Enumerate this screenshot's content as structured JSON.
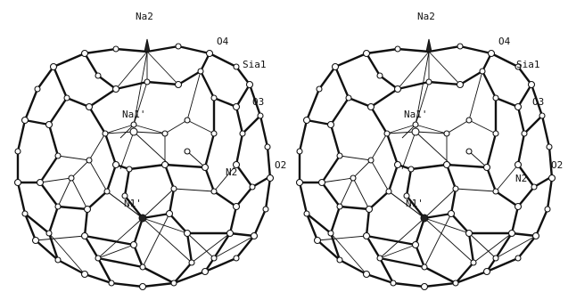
{
  "stereo_pair": [
    {
      "labels": {
        "na2": "Na2",
        "o4": "O4",
        "si_al": "Sia1",
        "o3": "O3",
        "na1": "Na1'",
        "n2": "N2",
        "o2": "O2",
        "n1": "N1'"
      }
    },
    {
      "labels": {
        "na2": "Na2",
        "o4": "O4",
        "si_al": "Sia1",
        "o3": "O3",
        "na1": "Na1'",
        "n2": "N2",
        "o2": "O2",
        "n1": "N1'"
      }
    }
  ]
}
